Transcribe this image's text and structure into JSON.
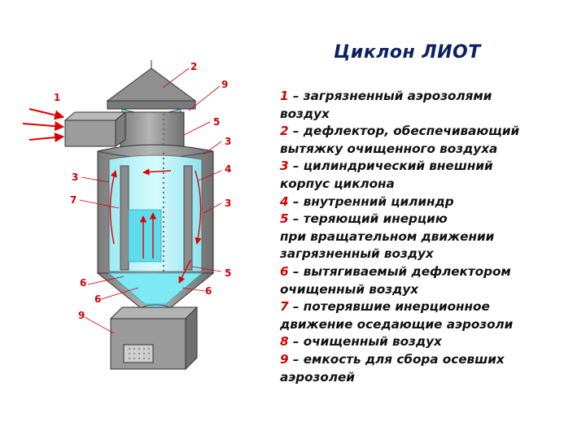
{
  "title": "Циклон ЛИОТ",
  "legend": [
    {
      "num": "1",
      "lines": [
        "– загрязненный аэрозолями",
        "воздух"
      ]
    },
    {
      "num": "2",
      "lines": [
        "– дефлектор, обеспечивающий",
        "вытяжку очищенного воздуха"
      ]
    },
    {
      "num": "3",
      "lines": [
        "– цилиндрический внешний",
        "корпус циклона"
      ]
    },
    {
      "num": "4",
      "lines": [
        "– внутренний цилиндр"
      ]
    },
    {
      "num": "5",
      "lines": [
        "– теряющий инерцию",
        "при вращательном движении",
        "загрязненный воздух"
      ]
    },
    {
      "num": "6",
      "lines": [
        "– вытягиваемый дефлектором",
        "очищенный воздух"
      ]
    },
    {
      "num": "7",
      "lines": [
        "– потерявшие инерционное",
        "движение оседающие аэрозоли"
      ]
    },
    {
      "num": "8",
      "lines": [
        "– очищенный воздух"
      ]
    },
    {
      "num": "9",
      "lines": [
        "– емкость для сбора осевших",
        "аэрозолей"
      ]
    }
  ],
  "callouts": [
    "2",
    "9",
    "1",
    "5",
    "3",
    "4",
    "3",
    "7",
    "3",
    "5",
    "6",
    "6",
    "6",
    "9"
  ],
  "colors": {
    "title": "#0d1f66",
    "legend_number": "#d40000",
    "legend_text": "#111111",
    "body_gray": "#9a9a9a",
    "dark_gray": "#6f6f6f",
    "light_blue": "#aef2f7",
    "cyan": "#6ee4f2",
    "arrow_red": "#e00000"
  }
}
